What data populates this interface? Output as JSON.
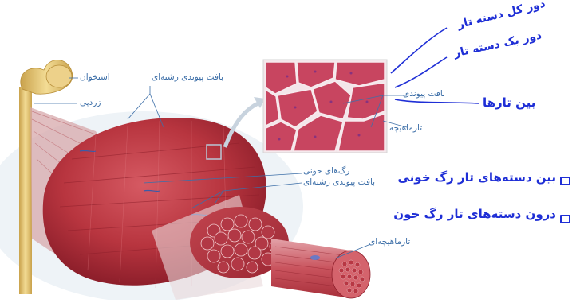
{
  "labels": {
    "bone": "استخوان",
    "tendon": "زردپی",
    "connective_tissue_top": "بافت پیوندی رشته‌ای",
    "blood_vessels": "رگ‌های خونی",
    "connective_tissue_mid": "بافت پیوندی رشته‌ای",
    "myofibril": "تارماهیچه‌ای",
    "micro_connective": "بافت پیوندی",
    "micro_fiber": "تارماهیچه"
  },
  "handwritten": {
    "around_bundles": "دور کل دسته تار",
    "around_bundle": "دور یک دسته تار",
    "between_fibers": "بین تارها",
    "note_between": "بین دسته‌های تار رگ خونی",
    "note_inside": "درون دسته‌های تار رگ خون"
  },
  "colors": {
    "muscle": "#b8353f",
    "muscle_dark": "#8e1f2b",
    "muscle_light": "#d86a70",
    "bone": "#e8c87a",
    "label": "#3d6fa8",
    "ink": "#1f2fd6",
    "micro_bg": "#f3e6ea",
    "micro_cell": "#c84560"
  }
}
